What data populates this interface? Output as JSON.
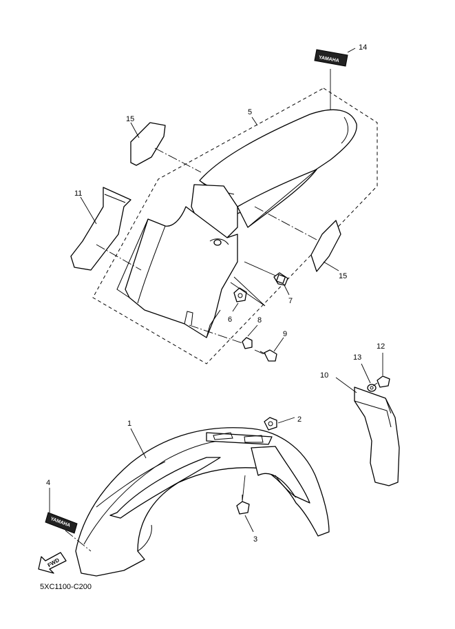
{
  "diagram": {
    "code": "5XC1100-C200",
    "labels": {
      "p1": "1",
      "p2": "2",
      "p3": "3",
      "p4": "4",
      "p5": "5",
      "p6": "6",
      "p7": "7",
      "p8": "8",
      "p9": "9",
      "p10": "10",
      "p11": "11",
      "p12": "12",
      "p13": "13",
      "p14": "14",
      "p15a": "15",
      "p15b": "15"
    },
    "decal_text": "YAMAHA",
    "direction_text": "FWD"
  }
}
